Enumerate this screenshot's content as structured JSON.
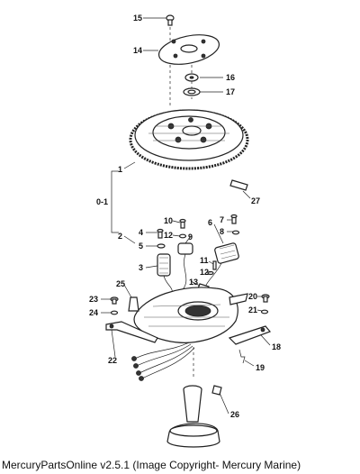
{
  "labels": {
    "p1": "1",
    "p2": "2",
    "p3": "3",
    "p4": "4",
    "p5": "5",
    "p6": "6",
    "p7": "7",
    "p8": "8",
    "p9": "9",
    "p10": "10",
    "p11": "11",
    "p12a": "12",
    "p12b": "12",
    "p13": "13",
    "p14": "14",
    "p15": "15",
    "p16": "16",
    "p17": "17",
    "p18": "18",
    "p19": "19",
    "p20": "20",
    "p21": "21",
    "p22": "22",
    "p23": "23",
    "p24": "24",
    "p25": "25",
    "p26": "26",
    "p27": "27",
    "p01": "0-1"
  },
  "footer": {
    "copyright": "MercuryPartsOnline v2.5.1 (Image Copyright- Mercury Marine)"
  }
}
